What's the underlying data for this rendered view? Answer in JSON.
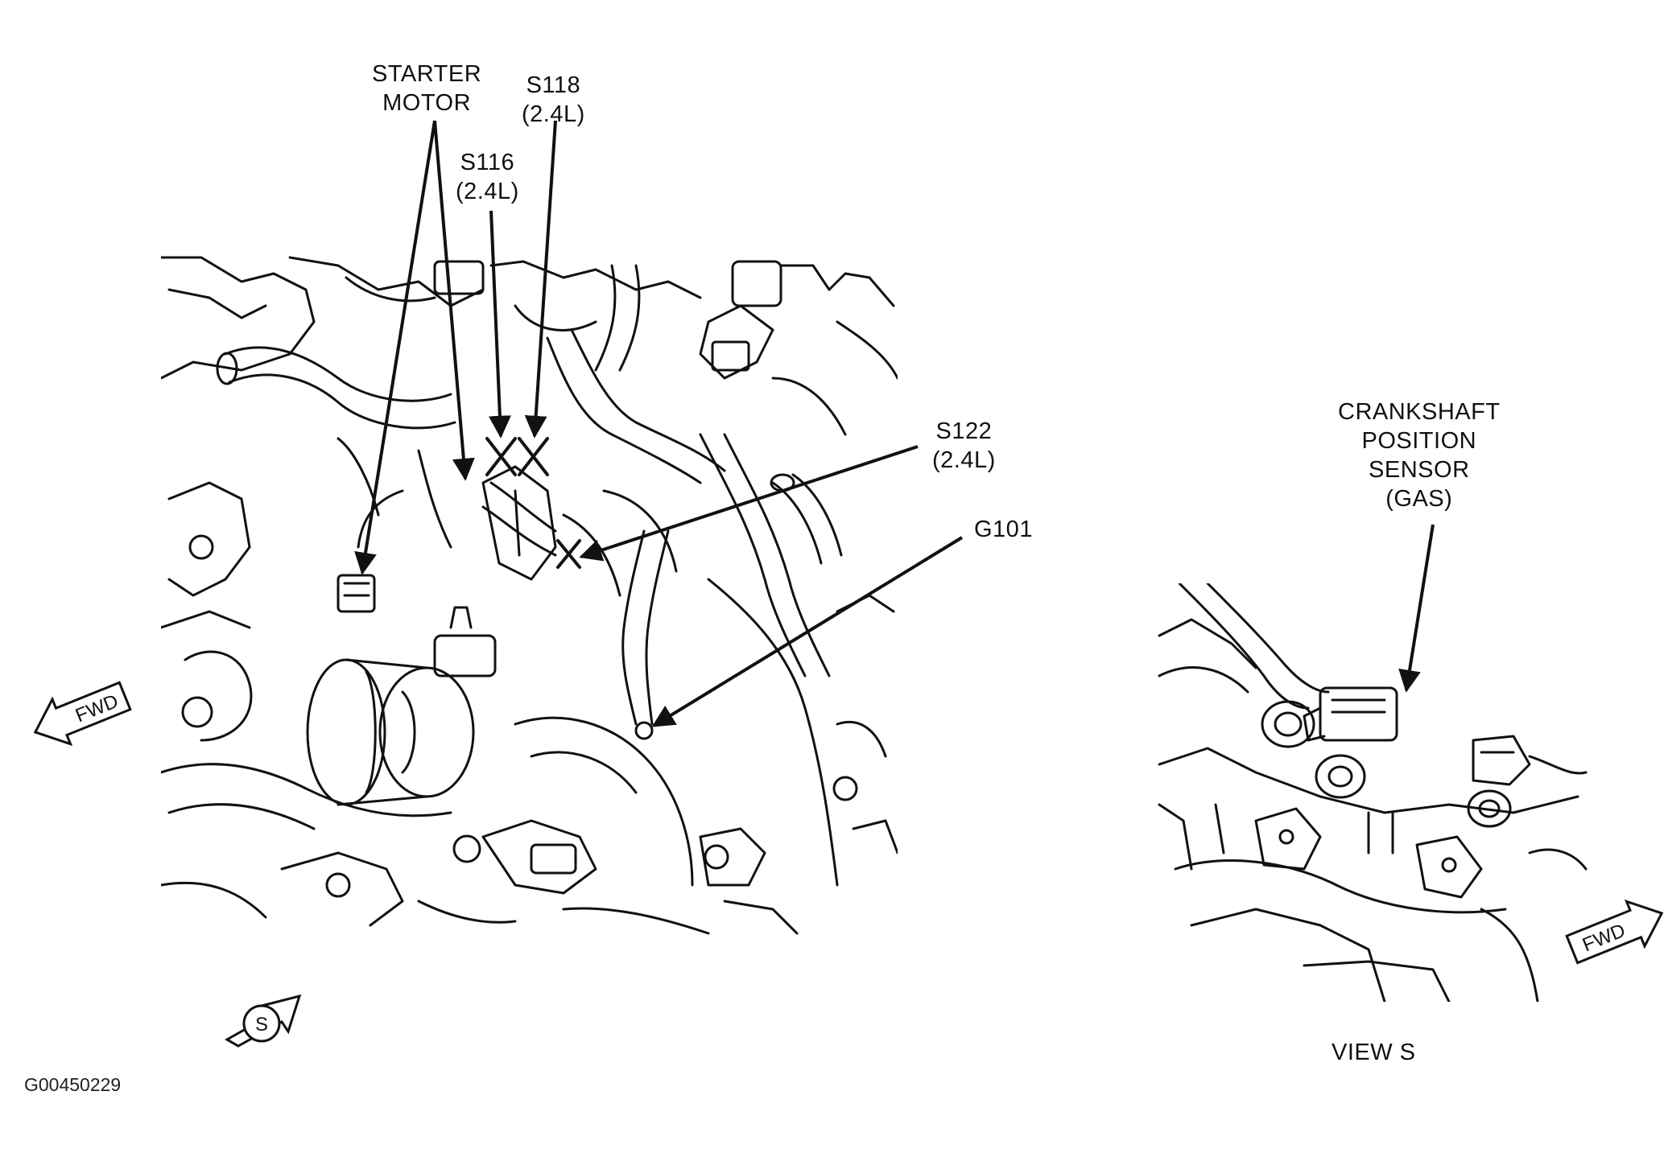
{
  "labels": {
    "starter_motor": [
      "STARTER",
      "MOTOR"
    ],
    "s118": [
      "S118",
      "(2.4L)"
    ],
    "s116": [
      "S116",
      "(2.4L)"
    ],
    "s122": [
      "S122",
      "(2.4L)"
    ],
    "g101": "G101",
    "crankshaft": [
      "CRANKSHAFT",
      "POSITION",
      "SENSOR",
      "(GAS)"
    ],
    "view_s": "VIEW S",
    "fwd_left": "FWD",
    "fwd_right": "FWD",
    "view_marker": "S"
  },
  "figure_id": "G00450229"
}
